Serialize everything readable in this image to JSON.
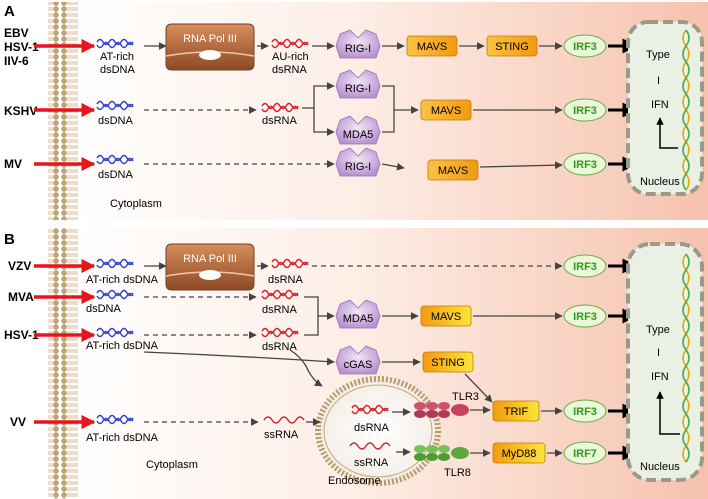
{
  "panels": [
    {
      "letter": "A",
      "viruses": [
        "EBV",
        "HSV-1",
        "IIV-6",
        "KSHV",
        "MV"
      ],
      "nodes": {
        "at_rich_dsdna_1": "AT-rich",
        "at_rich_dsdna_2": "dsDNA",
        "rna_pol": "RNA Pol III",
        "au_rich_1": "AU-rich",
        "au_rich_2": "dsRNA",
        "rigi": "RIG-I",
        "mavs": "MAVS",
        "sting": "STING",
        "irf3": "IRF3",
        "dsdna": "dsDNA",
        "dsrna": "dsRNA",
        "mda5": "MDA5"
      },
      "cytoplasm": "Cytoplasm",
      "nucleus": "Nucleus",
      "type_ifn": [
        "Type",
        "I",
        "IFN"
      ]
    },
    {
      "letter": "B",
      "viruses": [
        "VZV",
        "MVA",
        "HSV-1",
        "VV"
      ],
      "nodes": {
        "at_rich_dsdna": "AT-rich dsDNA",
        "rna_pol": "RNA Pol III",
        "dsrna": "dsRNA",
        "dsdna": "dsDNA",
        "mda5": "MDA5",
        "mavs": "MAVS",
        "cgas": "cGAS",
        "sting": "STING",
        "ssrna": "ssRNA",
        "tlr3": "TLR3",
        "tlr8": "TLR8",
        "trif": "TRIF",
        "myd88": "MyD88",
        "irf3": "IRF3",
        "irf7": "IRF7",
        "endosome": "Endosome"
      },
      "cytoplasm": "Cytoplasm",
      "nucleus": "Nucleus",
      "type_ifn": [
        "Type",
        "I",
        "IFN"
      ]
    }
  ],
  "colors": {
    "virus_arrow": "#e8141c",
    "dna": "#2f3ecf",
    "rna": "#d81e2a",
    "mavs": "#f7a81b",
    "irf3_text": "#2f9a18",
    "irf_fill": "#eaf7d8",
    "nucleus_dash": "#9a9a88",
    "pol_fill": "#b96a3e",
    "sensor_fill": "#c9a9d9"
  }
}
